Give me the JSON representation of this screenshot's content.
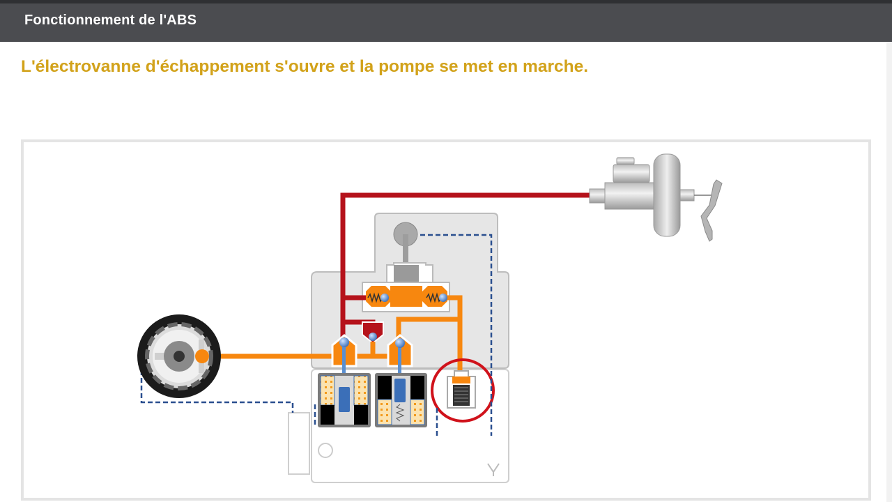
{
  "header": {
    "title": "Fonctionnement de l'ABS"
  },
  "step": {
    "caption": "L'électrovanne d'échappement s'ouvre et la pompe se met en marche."
  },
  "diagram": {
    "highlighted_component": "accumulator",
    "colors": {
      "high_pressure": "#b5121b",
      "modulated_pressure": "#f7870f",
      "electrical": "#2a4f8f",
      "highlight": "#d0121b",
      "body": "#e6e6e6"
    },
    "icons": [
      "wheel-icon",
      "master-cylinder-icon",
      "brake-pedal-icon",
      "pump-motor-icon",
      "abs-logo-icon"
    ]
  }
}
